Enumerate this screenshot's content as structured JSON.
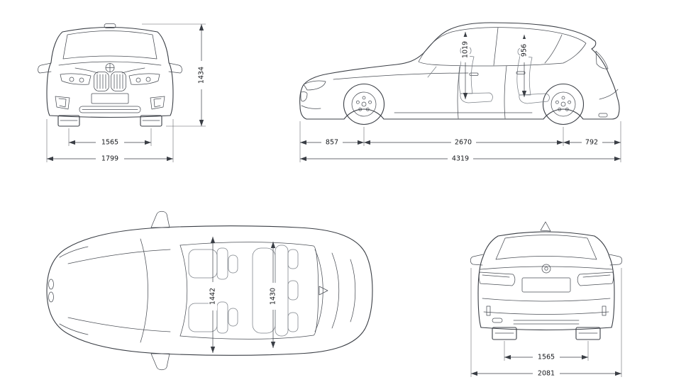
{
  "style": {
    "background": "#ffffff",
    "line_color": "#3a3e45",
    "dimension_line_color": "#3a3e45",
    "label_color": "#15171b"
  },
  "views": {
    "front": {
      "label": "front-view",
      "dims": {
        "height": "1434",
        "front_track": "1565",
        "width": "1799"
      }
    },
    "side": {
      "label": "side-view",
      "dims": {
        "front_headroom": "1019",
        "rear_headroom": "956",
        "front_overhang": "857",
        "wheelbase": "2670",
        "rear_overhang": "792",
        "overall_length": "4319"
      }
    },
    "top": {
      "label": "top-view",
      "dims": {
        "front_interior_width": "1442",
        "rear_interior_width": "1430"
      }
    },
    "rear": {
      "label": "rear-view",
      "dims": {
        "rear_track": "1565",
        "overall_width_incl_mirrors": "2081"
      }
    }
  }
}
